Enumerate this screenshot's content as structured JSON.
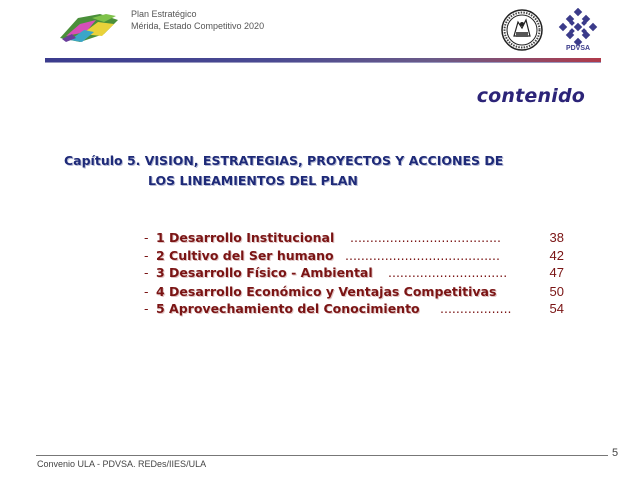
{
  "header": {
    "line1": "Plan Estratégico",
    "line2": "Mérida, Estado Competitivo 2020",
    "logo_right_text": "PDVSA"
  },
  "section_title": "contenido",
  "chapter": {
    "line1": "Capítulo 5. VISION, ESTRATEGIAS, PROYECTOS Y ACCIONES DE",
    "line2": "LOS LINEAMIENTOS DEL PLAN"
  },
  "toc": [
    {
      "dash": "-",
      "label": "1 Desarrollo Institucional",
      "dots": " ......................................",
      "page": "38"
    },
    {
      "dash": "-",
      "label": "2 Cultivo del Ser humano",
      "dots": ".......................................",
      "page": "42"
    },
    {
      "dash": "-",
      "label": "3 Desarrollo Físico - Ambiental",
      "dots": "..............................",
      "page": "47"
    },
    {
      "dash": "-",
      "label": "4 Desarrollo Económico y Ventajas Competitivas",
      "dots": "",
      "page": "50"
    },
    {
      "dash": "-",
      "label": "5 Aprovechamiento del Conocimiento",
      "dots": "..................",
      "page": "54"
    }
  ],
  "footer": {
    "text": "Convenio ULA - PDVSA.  REDes/IIES/ULA",
    "page_number": "5"
  },
  "colors": {
    "title": "#2c2478",
    "chapter": "#1e2a78",
    "toc": "#7a1414",
    "header_bar_left": "#3b3c8e",
    "header_bar_right": "#b03a4a"
  }
}
